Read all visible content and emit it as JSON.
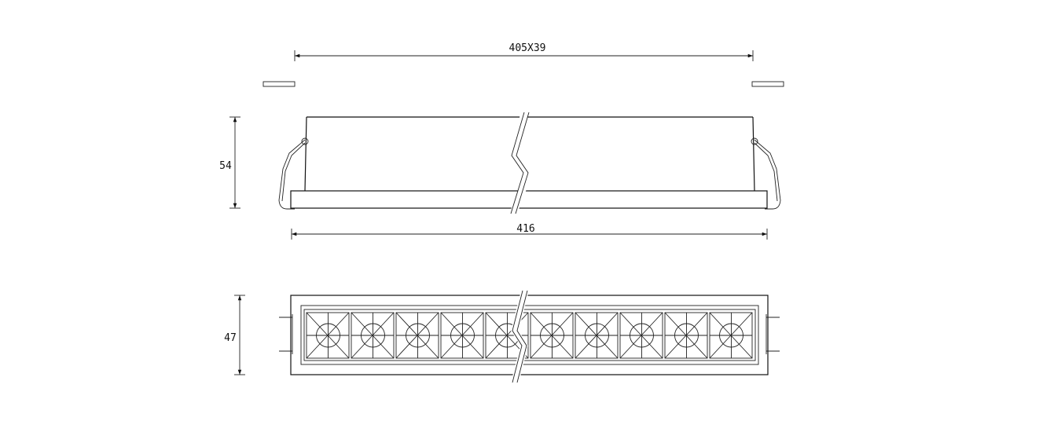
{
  "dimensions": {
    "cutout": "405X39",
    "height_side": "54",
    "length": "416",
    "height_front": "47"
  },
  "led_cell_count": 10,
  "colors": {
    "line": "#111111",
    "fill": "#ffffff"
  }
}
